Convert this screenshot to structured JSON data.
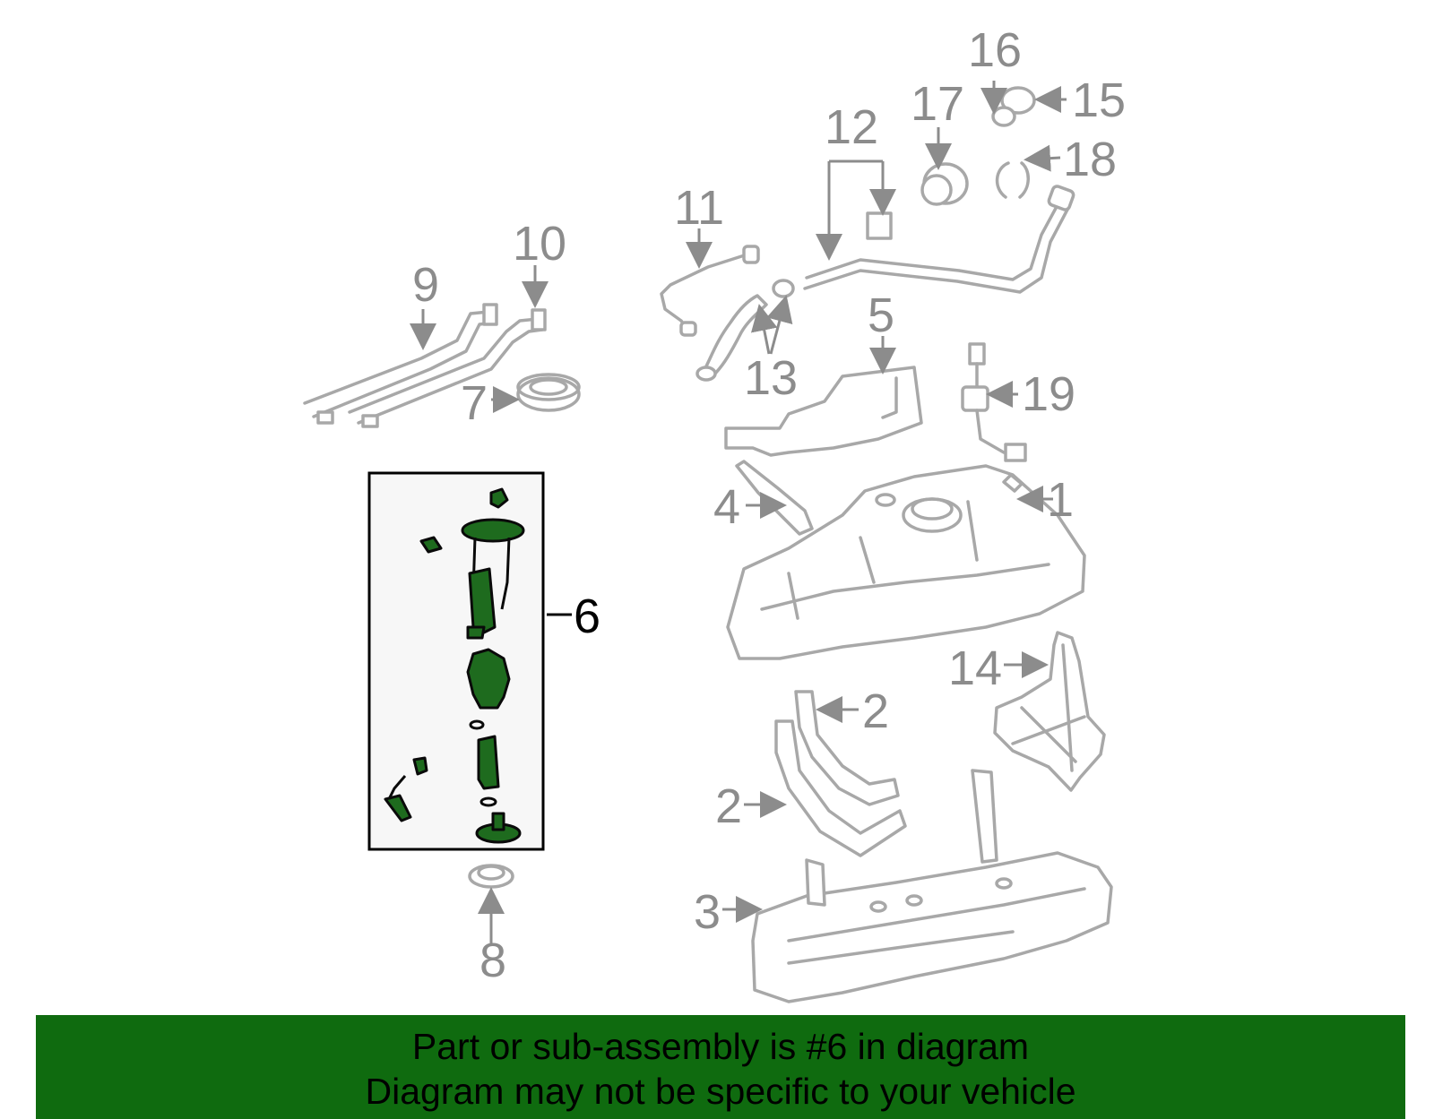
{
  "callouts": [
    "1",
    "2",
    "2",
    "3",
    "4",
    "5",
    "6",
    "7",
    "8",
    "9",
    "10",
    "11",
    "12",
    "13",
    "14",
    "15",
    "16",
    "17",
    "18",
    "19"
  ],
  "highlighted_callout": "6",
  "banner": {
    "line1": "Part or sub-assembly is #6 in diagram",
    "line2": "Diagram may not be specific to your vehicle"
  },
  "colors": {
    "highlight_part": "#1e6b1e",
    "banner": "#0f6b0f",
    "outline": "#a8a8a8",
    "callout": "#8c8c8c"
  }
}
